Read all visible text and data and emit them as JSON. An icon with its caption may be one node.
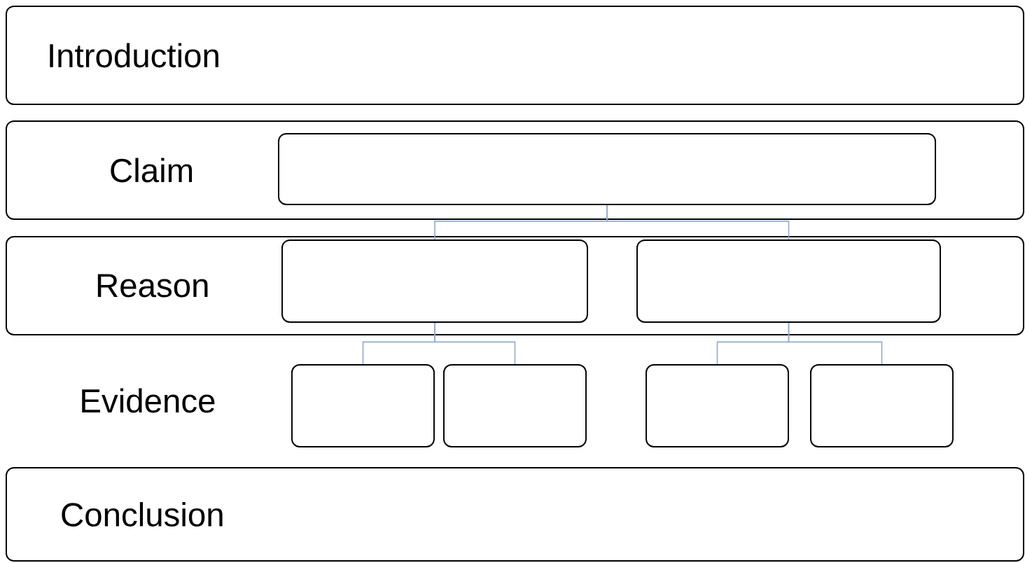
{
  "diagram": {
    "nodes": [
      {
        "text": [
          "Introduction"
        ]
      },
      {
        "text": [
          "Claim"
        ]
      },
      {
        "text": [],
        "shape": "box",
        "in": 1
      },
      {
        "text": [
          "Reason"
        ]
      },
      {
        "text": [],
        "shape": "box",
        "in": 3
      },
      {
        "text": [],
        "shape": "box",
        "in": 3
      },
      {
        "text": [],
        "shape": "box"
      },
      {
        "text": [],
        "shape": "box"
      },
      {
        "text": [],
        "shape": "box"
      },
      {
        "text": [],
        "shape": "box"
      },
      {
        "text": [
          "Conclusion"
        ]
      }
    ],
    "edges": [
      {
        "from": 2,
        "to": 4,
        "arrow": "none"
      },
      {
        "from": 2,
        "to": 5,
        "arrow": "none"
      },
      {
        "from": 4,
        "to": 6,
        "arrow": "none"
      },
      {
        "from": 4,
        "to": 7,
        "arrow": "none"
      },
      {
        "from": 5,
        "to": 8,
        "arrow": "none"
      },
      {
        "from": 5,
        "to": 9,
        "arrow": "none"
      }
    ],
    "labels": [
      "Evidence"
    ]
  }
}
